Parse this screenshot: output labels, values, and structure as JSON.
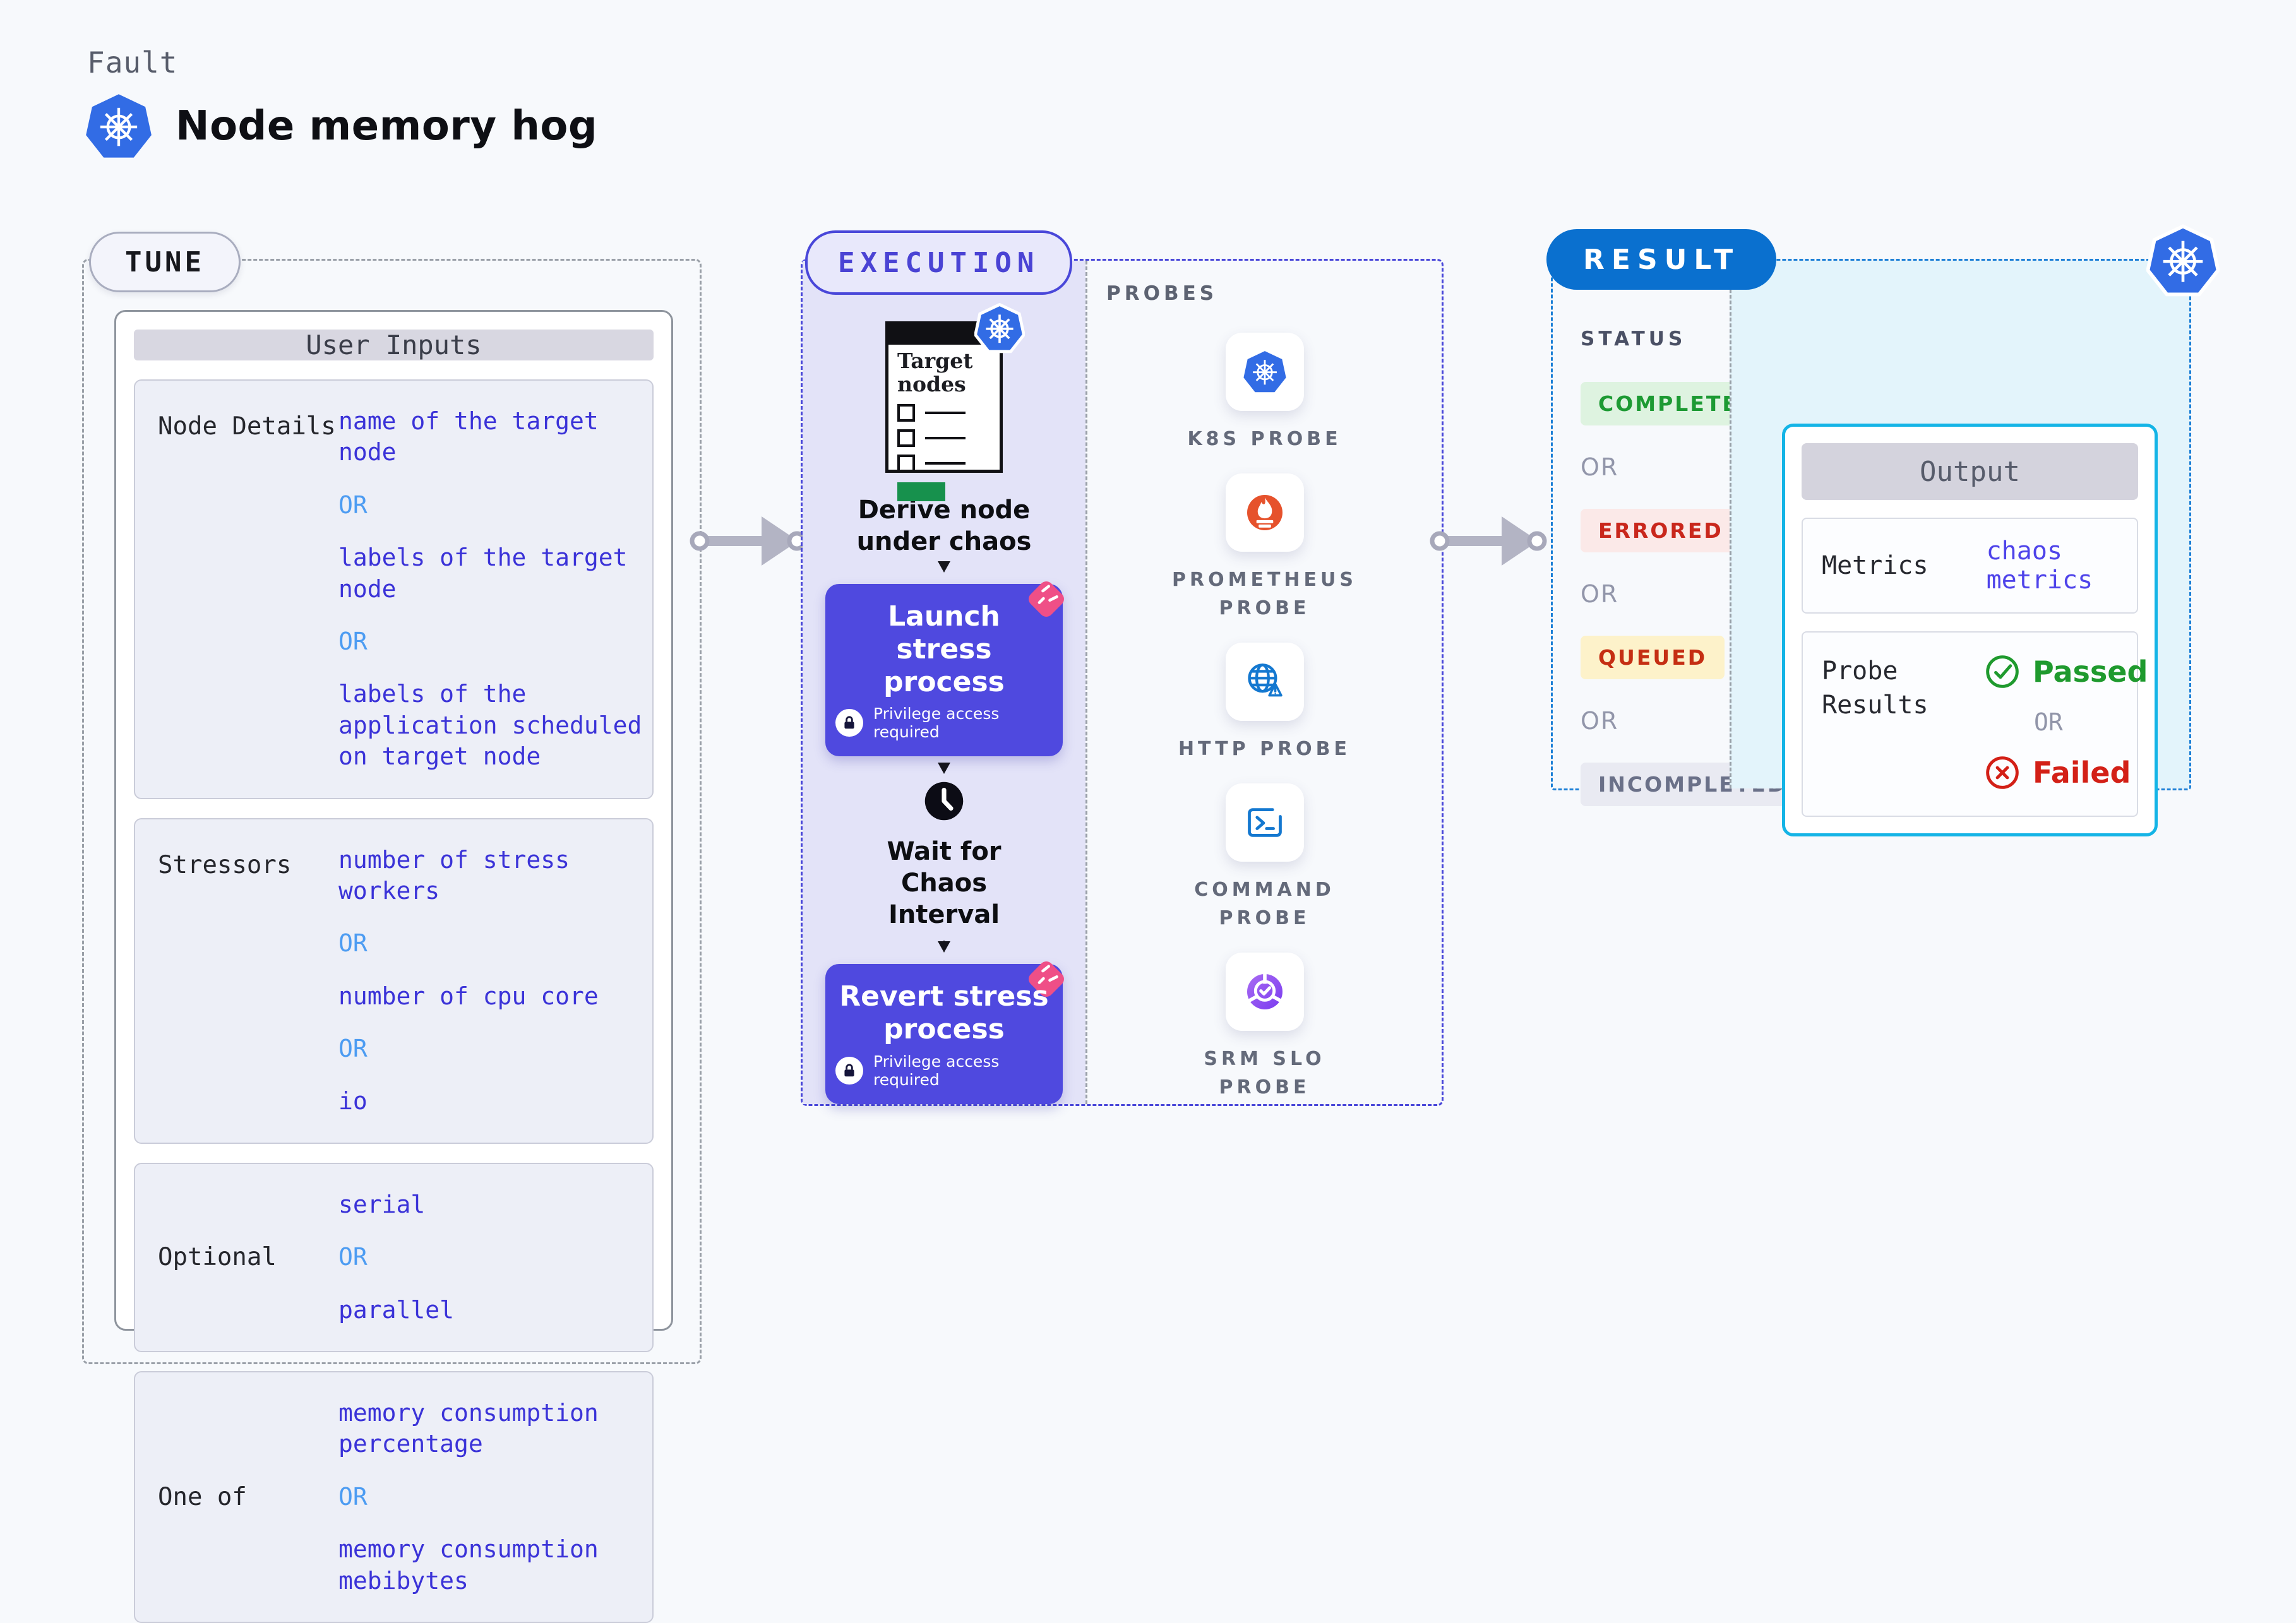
{
  "page": {
    "fault_label": "Fault",
    "title": "Node memory hog"
  },
  "tune": {
    "badge": "TUNE",
    "header": "User Inputs",
    "rows": [
      {
        "label": "Node Details",
        "values": [
          {
            "kind": "value",
            "text": "name of the target node"
          },
          {
            "kind": "or",
            "text": "OR"
          },
          {
            "kind": "value",
            "text": "labels of the target node"
          },
          {
            "kind": "or",
            "text": "OR"
          },
          {
            "kind": "value",
            "text": "labels of the application scheduled on target node"
          }
        ]
      },
      {
        "label": "Stressors",
        "values": [
          {
            "kind": "value",
            "text": "number of stress workers"
          },
          {
            "kind": "or",
            "text": "OR"
          },
          {
            "kind": "value",
            "text": "number of cpu core"
          },
          {
            "kind": "or",
            "text": "OR"
          },
          {
            "kind": "value",
            "text": "io"
          }
        ]
      },
      {
        "label": "Optional",
        "values": [
          {
            "kind": "value",
            "text": "serial"
          },
          {
            "kind": "or",
            "text": "OR"
          },
          {
            "kind": "value",
            "text": "parallel"
          }
        ]
      },
      {
        "label": "One of",
        "values": [
          {
            "kind": "value",
            "text": "memory consumption percentage"
          },
          {
            "kind": "or",
            "text": "OR"
          },
          {
            "kind": "value",
            "text": "memory consumption mebibytes"
          }
        ]
      }
    ]
  },
  "execution": {
    "badge": "EXECUTION",
    "window_title": "Target nodes",
    "step_derive": "Derive node under chaos",
    "launch": {
      "title": "Launch stress process",
      "subtitle": "Privilege access required"
    },
    "wait": "Wait for Chaos Interval",
    "revert": {
      "title": "Revert stress process",
      "subtitle": "Privilege access required"
    }
  },
  "probes": {
    "heading": "PROBES",
    "items": [
      {
        "label": "K8S PROBE",
        "icon": "kubernetes-icon"
      },
      {
        "label": "PROMETHEUS PROBE",
        "icon": "prometheus-icon"
      },
      {
        "label": "HTTP PROBE",
        "icon": "globe-warning-icon"
      },
      {
        "label": "COMMAND PROBE",
        "icon": "terminal-icon"
      },
      {
        "label": "SRM SLO PROBE",
        "icon": "slo-check-icon"
      }
    ]
  },
  "result": {
    "badge": "RESULT",
    "status_heading": "STATUS",
    "statuses": [
      {
        "label": "COMPLETED",
        "tone": "green"
      },
      {
        "label": "OR",
        "tone": "none"
      },
      {
        "label": "ERRORED",
        "tone": "red"
      },
      {
        "label": "OR",
        "tone": "none"
      },
      {
        "label": "QUEUED",
        "tone": "yellow"
      },
      {
        "label": "OR",
        "tone": "none"
      },
      {
        "label": "INCOMPLETED",
        "tone": "gray"
      }
    ],
    "output": {
      "header": "Output",
      "metrics_label": "Metrics",
      "metrics_value": "chaos metrics",
      "probe_results_label": "Probe Results",
      "passed": "Passed",
      "or": "OR",
      "failed": "Failed"
    }
  },
  "colors": {
    "background": "#f7f9fc",
    "kubernetes_blue": "#326ce5",
    "indigo_accent": "#4947d9",
    "button_indigo": "#4f49df",
    "result_blue": "#0a70cf",
    "output_border_cyan": "#14b4e6",
    "or_blue": "#4d9cf2",
    "value_indigo": "#3b33d8",
    "completed_green": "#1d9a33",
    "errored_red": "#c9271c",
    "queued_amber_bg": "#fdf2ca",
    "passed_green": "#1f9a2e",
    "failed_red": "#d32017",
    "pink_badge": "#ef4f87",
    "prometheus_orange": "#e6522c"
  }
}
